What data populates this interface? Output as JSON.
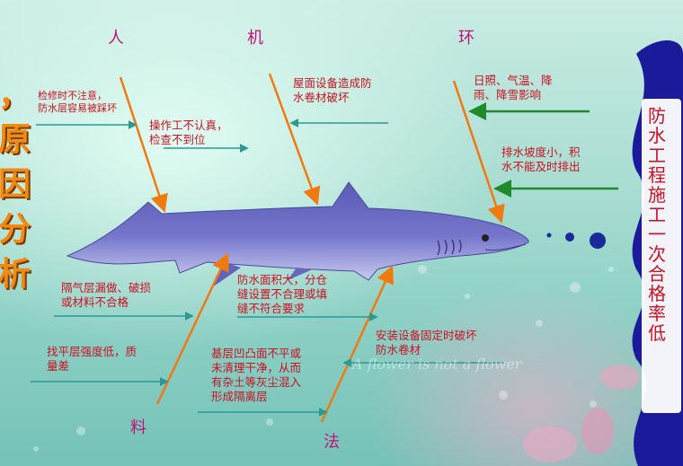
{
  "categories": {
    "man": "人",
    "machine": "机",
    "environment": "环",
    "material": "料",
    "method": "法"
  },
  "left_title": "，原因分析",
  "effect": "防水工程施工一次合格率低",
  "causes": {
    "man_1": "检修时不注意，\n防水层容易被踩坏",
    "man_2": "操作工不认真，\n检查不到位",
    "machine_1": "屋面设备造成防\n水卷材破坏",
    "env_1": "日照、气温、降\n雨、降雪影响",
    "env_2": "排水坡度小，积\n水不能及时排出",
    "mat_1": "隔气层漏做、破损\n或材料不合格",
    "mat_2": "找平层强度低，质\n量差",
    "method_1": "防水面积大，分仓\n缝设置不合理或填\n缝不符合要求",
    "method_2": "基层凹凸面不平或\n未清理干净，从而\n有杂土等灰尘混入\n形成隔离层",
    "method_3": "安装设备固定时破坏\n防水卷材"
  },
  "watermark": "A flower is not a flower",
  "colors": {
    "label_text": "#cc1020",
    "category_text": "#c0107a",
    "arrow_orange": "#f07a10",
    "arrow_green": "#1f8a2a",
    "arrow_teal": "#2a9a95",
    "fish_body": "#6e6fc6",
    "effect_panel": "#1a1a9a"
  }
}
